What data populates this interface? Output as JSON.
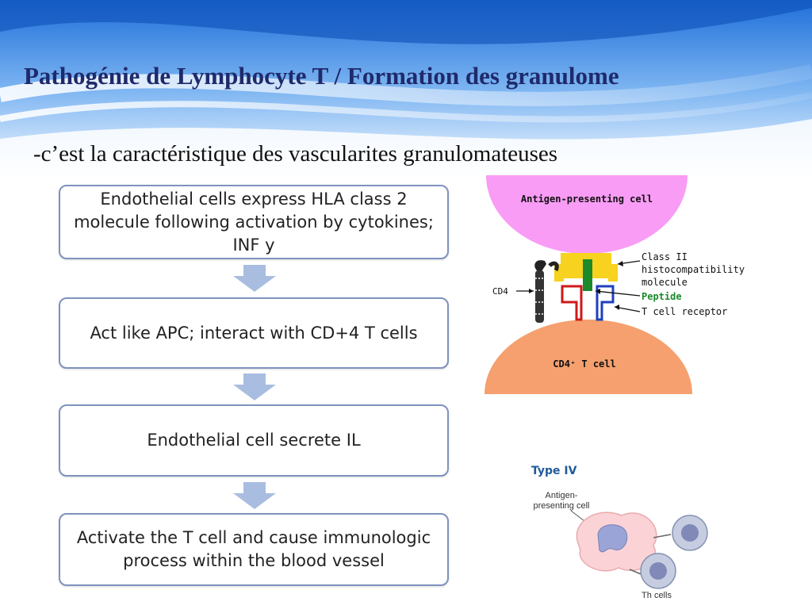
{
  "slide": {
    "title": "Pathogénie de Lymphocyte T / Formation des granulome",
    "subtitle": "-c’est la caractéristique des vascularites granulomateuses"
  },
  "flow": {
    "steps": [
      "Endothelial cells express HLA class 2 molecule following activation by cytokines; INF y",
      "Act like APC; interact with CD+4 T cells",
      "Endothelial cell secrete IL",
      "Activate the T cell and cause immunologic process within the blood vessel"
    ]
  },
  "diagram_top": {
    "apc_label": "Antigen-presenting cell",
    "tcell_label": "CD4⁺ T cell",
    "cd4_label": "CD4",
    "mhc_label_1": "Class II",
    "mhc_label_2": "histocompatibility",
    "mhc_label_3": "molecule",
    "peptide_label": "Peptide",
    "tcr_label": "T cell receptor",
    "colors": {
      "apc": "#f99cf5",
      "tcell": "#f5a06e",
      "mhc": "#f7d21e",
      "peptide": "#1a8a2a",
      "tcr_blue": "#1f3fbf",
      "tcr_red": "#d01818"
    }
  },
  "diagram_bottom": {
    "type_label": "Type IV",
    "apc_label_1": "Antigen-",
    "apc_label_2": "presenting cell",
    "th_label": "Th cells"
  }
}
